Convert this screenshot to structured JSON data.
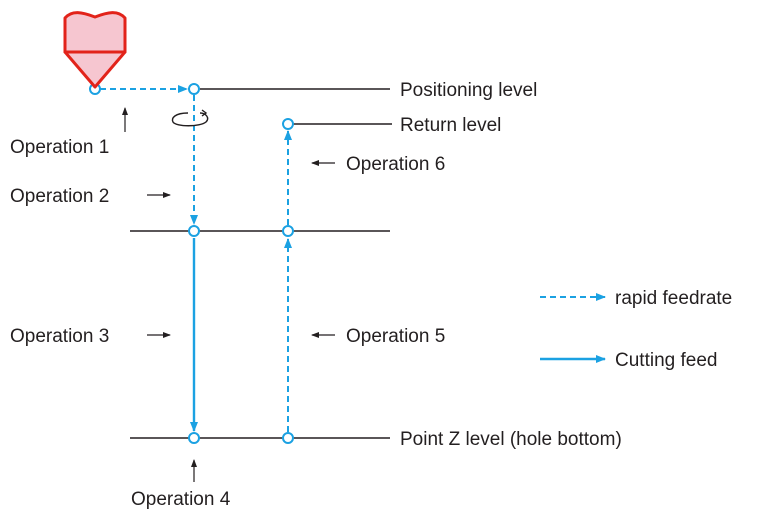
{
  "levels": {
    "positioning": "Positioning level",
    "return": "Return level",
    "point_z": "Point Z level (hole bottom)"
  },
  "operations": {
    "op1": "Operation 1",
    "op2": "Operation 2",
    "op3": "Operation 3",
    "op4": "Operation 4",
    "op5": "Operation 5",
    "op6": "Operation 6"
  },
  "legend": {
    "rapid": "rapid feedrate",
    "cutting": "Cutting feed"
  },
  "colors": {
    "path": "#1ba1e2",
    "tool_fill": "#f6c6d0",
    "tool_stroke": "#e2231a",
    "line": "#231f20"
  }
}
